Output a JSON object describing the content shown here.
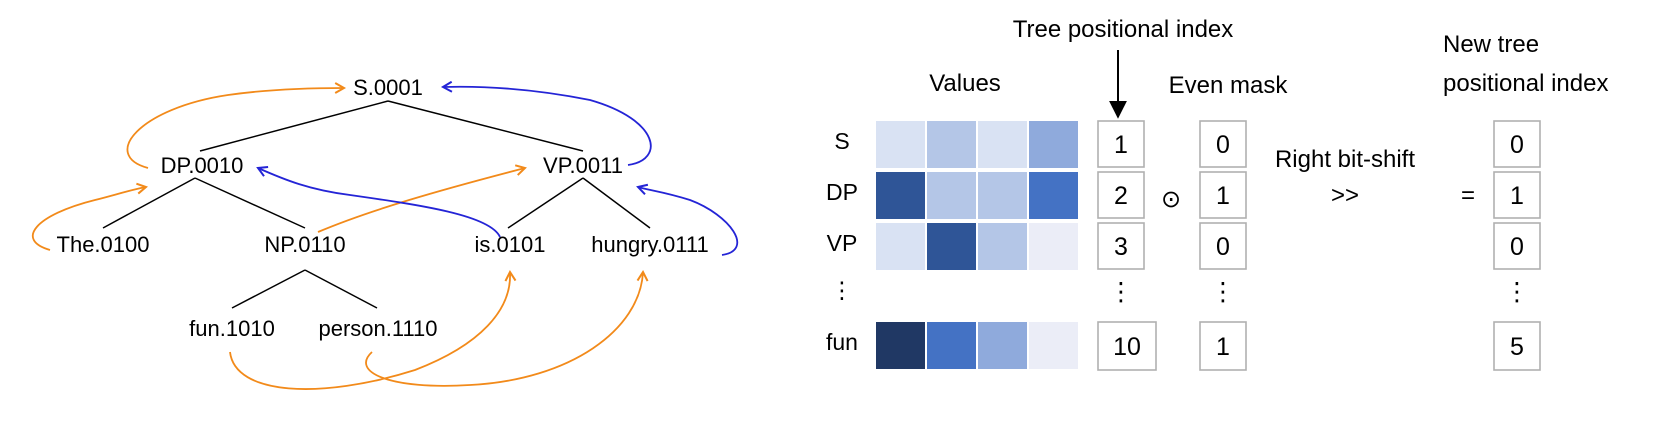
{
  "tree": {
    "nodes": [
      {
        "id": "S",
        "label": "S.0001"
      },
      {
        "id": "DP",
        "label": "DP.0010"
      },
      {
        "id": "VP",
        "label": "VP.0011"
      },
      {
        "id": "The",
        "label": "The.0100"
      },
      {
        "id": "NP",
        "label": "NP.0110"
      },
      {
        "id": "is",
        "label": "is.0101"
      },
      {
        "id": "hungry",
        "label": "hungry.0111"
      },
      {
        "id": "fun",
        "label": "fun.1010"
      },
      {
        "id": "person",
        "label": "person.1110"
      }
    ],
    "colors": {
      "edge": "#000000",
      "orange": "#f28a1a",
      "blue": "#2424d6"
    }
  },
  "panel": {
    "values_title": "Values",
    "index_title": "Tree positional index",
    "mask_title": "Even mask",
    "shift_label": "Right bit-shift",
    "shift_symbol": ">>",
    "odot_symbol": "⊙",
    "equals_symbol": "=",
    "ellipsis": "⋮",
    "new_title_line1": "New tree",
    "new_title_line2": "positional index",
    "rows": [
      {
        "label": "S",
        "index": "1",
        "mask": "0",
        "new": "0",
        "shades": [
          1,
          2,
          1,
          3
        ]
      },
      {
        "label": "DP",
        "index": "2",
        "mask": "1",
        "new": "1",
        "shades": [
          5,
          2,
          2,
          4
        ]
      },
      {
        "label": "VP",
        "index": "3",
        "mask": "0",
        "new": "0",
        "shades": [
          1,
          5,
          2,
          0
        ]
      },
      {
        "label": "fun",
        "index": "10",
        "mask": "1",
        "new": "5",
        "shades": [
          6,
          4,
          3,
          0
        ]
      }
    ],
    "palette": [
      "#ebedf7",
      "#d9e2f3",
      "#b4c6e7",
      "#8faadc",
      "#4472c4",
      "#2f5597",
      "#203864"
    ]
  }
}
